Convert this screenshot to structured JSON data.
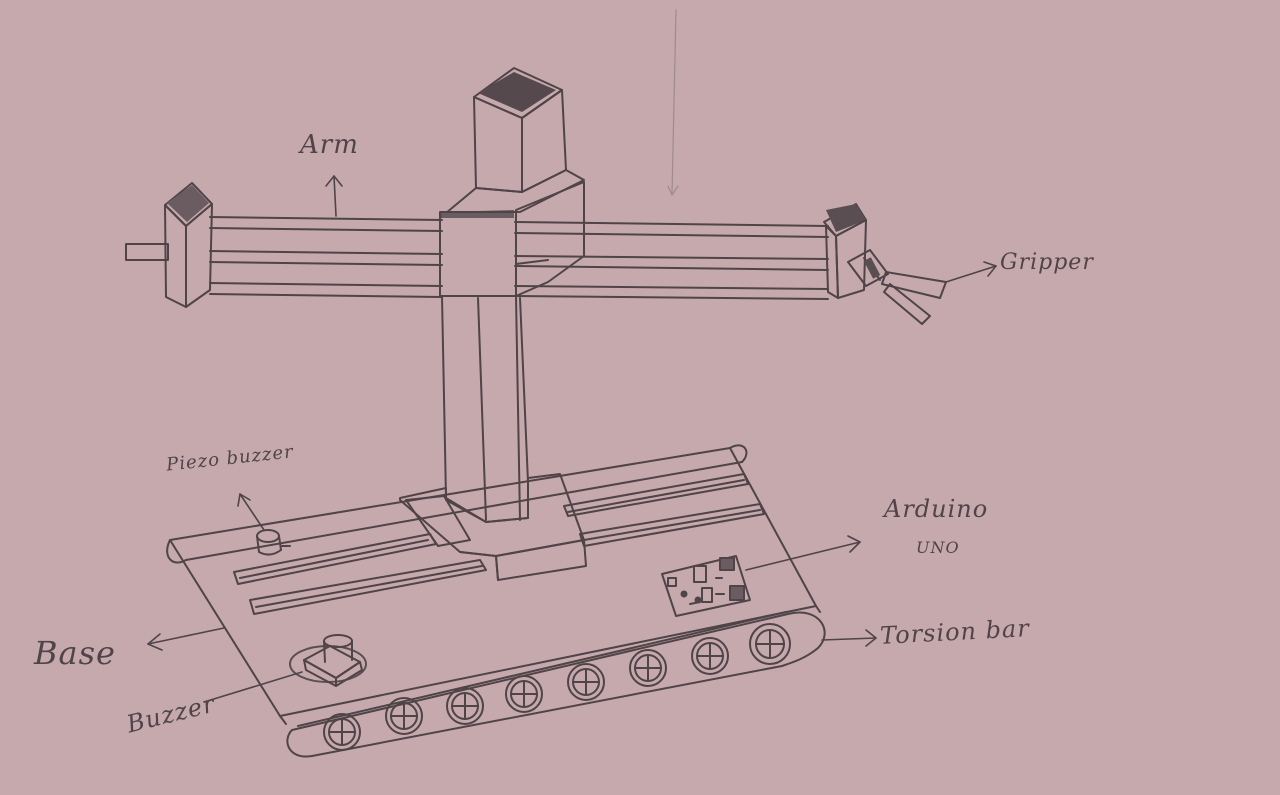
{
  "diagram": {
    "labels": {
      "arm": "Arm",
      "gripper": "Gripper",
      "piezo_buzzer": "Piezo buzzer",
      "arduino": "Arduino",
      "uno": "UNO",
      "torsion_bar": "Torsion bar",
      "base": "Base",
      "buzzer": "Buzzer"
    },
    "colors": {
      "paper": "#c6a9ad",
      "pencil": "#4f4448",
      "shade": "#5a4e52"
    }
  }
}
